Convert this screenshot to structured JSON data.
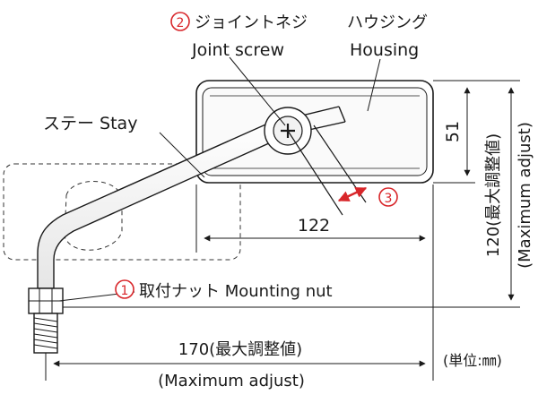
{
  "labels": {
    "joint_num": "2",
    "joint_jp": "ジョイントネジ",
    "joint_en": "Joint screw",
    "housing_jp": "ハウジング",
    "housing_en": "Housing",
    "stay": "ステー Stay",
    "mount_num": "1",
    "mount": "取付ナット Mounting nut",
    "adjust_num": "3",
    "unit": "(単位:㎜)"
  },
  "dimensions": {
    "width_122": "122",
    "height_51": "51",
    "height_120": "120(最大調整値)",
    "height_120_en": "(Maximum adjust)",
    "width_170": "170(最大調整値)",
    "width_170_en": "(Maximum adjust)"
  },
  "colors": {
    "accent": "#d8262a",
    "line": "#1a1a1a"
  }
}
